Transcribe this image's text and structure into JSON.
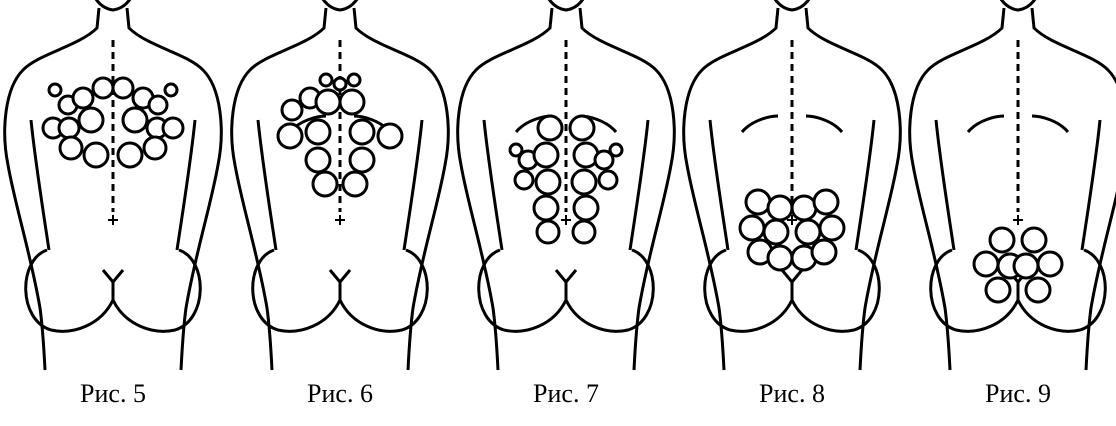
{
  "figures": [
    {
      "caption": "Рис. 5",
      "zone": "shoulders-neck"
    },
    {
      "caption": "Рис. 6",
      "zone": "upper-back"
    },
    {
      "caption": "Рис. 7",
      "zone": "mid-back"
    },
    {
      "caption": "Рис. 8",
      "zone": "lower-back"
    },
    {
      "caption": "Рис. 9",
      "zone": "sacrum"
    }
  ],
  "colors": {
    "stroke": "#000000",
    "background": "#ffffff"
  }
}
